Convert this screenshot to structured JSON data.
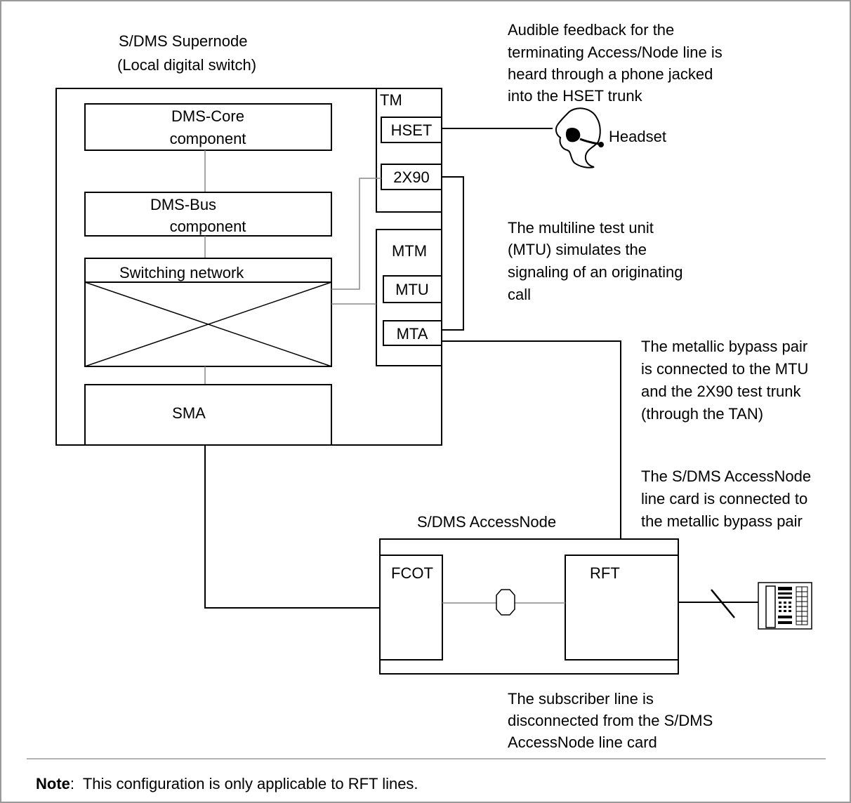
{
  "supernode": {
    "title_line1": "S/DMS Supernode",
    "title_line2": "(Local digital switch)",
    "core_line1": "DMS-Core",
    "core_line2": "component",
    "bus_line1": "DMS-Bus",
    "bus_line2": "component",
    "switching_network": "Switching network",
    "sma": "SMA",
    "tm": "TM",
    "hset": "HSET",
    "trunk_2x90": "2X90",
    "mtm": "MTM",
    "mtu": "MTU",
    "mta": "MTA"
  },
  "headset": {
    "label": "Headset"
  },
  "callouts": {
    "audible": [
      "Audible feedback for the",
      "terminating Access/Node line is",
      "heard through a phone jacked",
      "into the HSET trunk"
    ],
    "mtu": [
      "The multiline test unit",
      "(MTU) simulates the",
      "signaling of an originating",
      "call"
    ],
    "bypass": [
      "The metallic bypass pair",
      "is connected to the MTU",
      "and the 2X90 test trunk",
      "(through the TAN)"
    ],
    "linecard": [
      "The S/DMS AccessNode",
      "line card is connected to",
      "the metallic bypass pair"
    ],
    "subscriber": [
      "The subscriber line is",
      "disconnected from the S/DMS",
      "AccessNode line card"
    ]
  },
  "accessnode": {
    "title": "S/DMS AccessNode",
    "fcot": "FCOT",
    "rft": "RFT"
  },
  "note": {
    "label": "Note",
    "text": ":  This configuration is only applicable to RFT lines."
  }
}
